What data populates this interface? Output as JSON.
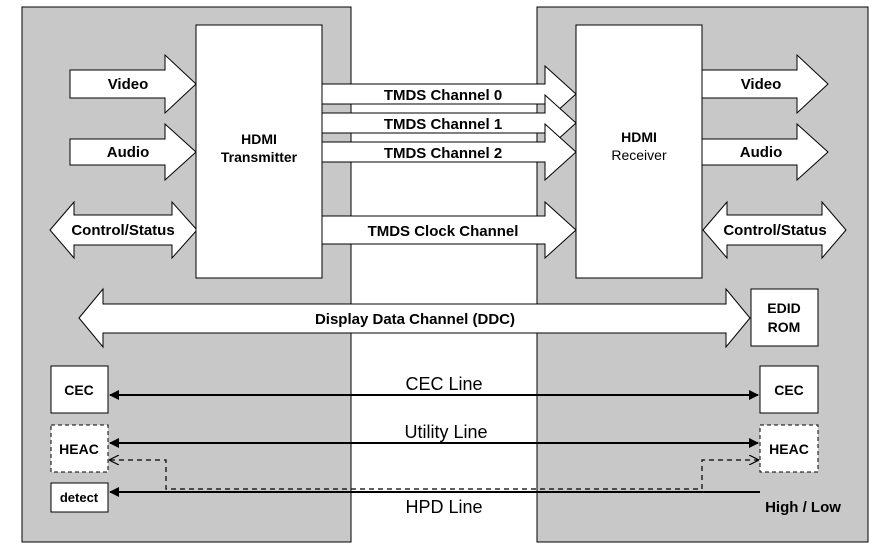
{
  "inputs": {
    "video": "Video",
    "audio": "Audio",
    "control": "Control/Status"
  },
  "transmitter": {
    "line1": "HDMI",
    "line2": "Transmitter"
  },
  "receiver": {
    "line1": "HDMI",
    "line2": "Receiver"
  },
  "channels": {
    "tmds0": "TMDS Channel 0",
    "tmds1": "TMDS Channel 1",
    "tmds2": "TMDS Channel 2",
    "clock": "TMDS Clock Channel",
    "ddc": "Display Data Channel (DDC)"
  },
  "outputs": {
    "video": "Video",
    "audio": "Audio",
    "control": "Control/Status"
  },
  "edid": {
    "line1": "EDID",
    "line2": "ROM"
  },
  "left_boxes": {
    "cec": "CEC",
    "heac": "HEAC",
    "detect": "detect"
  },
  "right_boxes": {
    "cec": "CEC",
    "heac": "HEAC"
  },
  "lines": {
    "cec": "CEC Line",
    "utility": "Utility Line",
    "hpd": "HPD Line",
    "high_low": "High / Low"
  },
  "colors": {
    "panel": "#c8c8c8",
    "box": "#ffffff",
    "stroke": "#000000"
  }
}
